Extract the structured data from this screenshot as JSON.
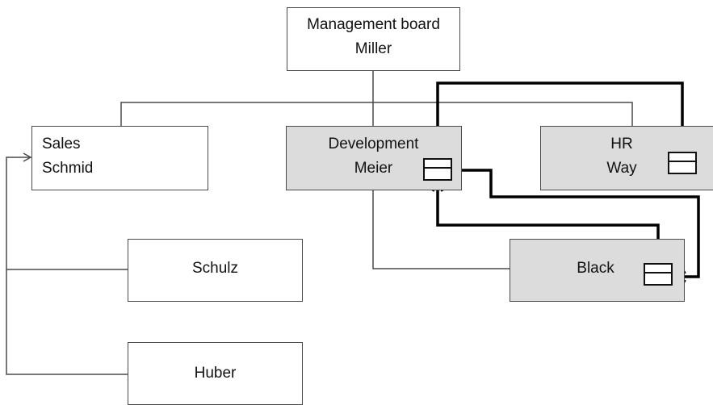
{
  "boxes": {
    "management": {
      "line1": "Management board",
      "line2": "Miller"
    },
    "sales": {
      "line1": "Sales",
      "line2": "Schmid"
    },
    "development": {
      "line1": "Development",
      "line2": "Meier"
    },
    "hr": {
      "line1": "HR",
      "line2": "Way"
    },
    "black": {
      "label": "Black"
    },
    "schulz": {
      "label": "Schulz"
    },
    "huber": {
      "label": "Huber"
    }
  },
  "colors": {
    "shaded": "#dcdcdc",
    "connector": "#4a4a4a",
    "flow": "#000000"
  },
  "icons": [
    "inbox-tray-icon"
  ]
}
